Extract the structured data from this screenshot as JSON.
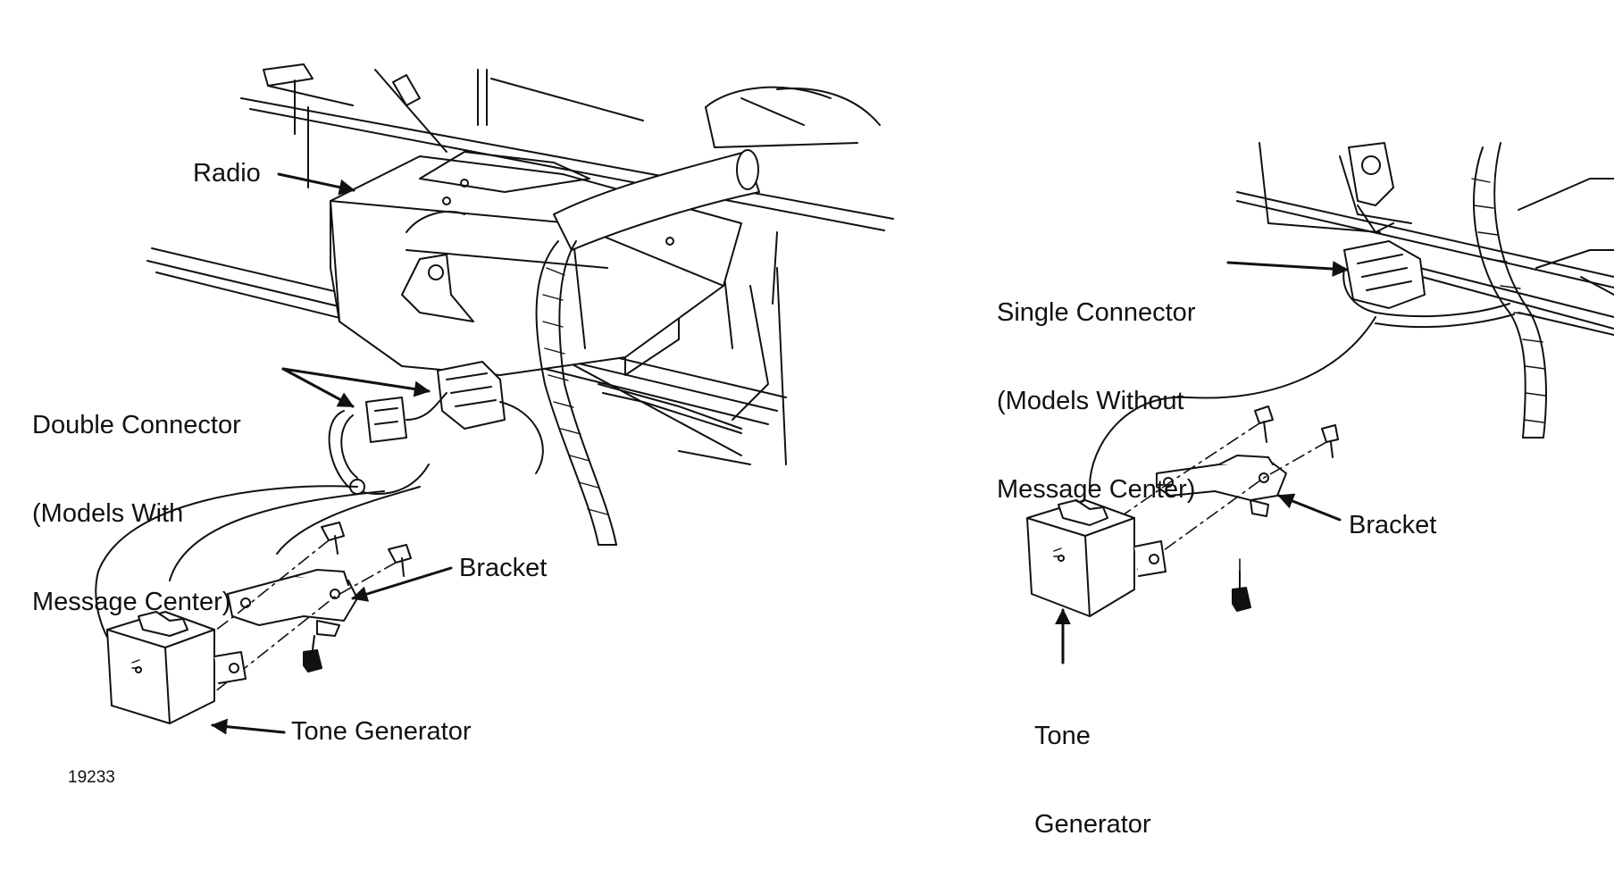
{
  "left_view": {
    "labels": {
      "radio": "Radio",
      "double_connector": [
        "Double Connector",
        "(Models With",
        "Message Center)"
      ],
      "bracket": "Bracket",
      "tone_generator": "Tone Generator"
    }
  },
  "right_view": {
    "labels": {
      "single_connector": [
        "Single Connector",
        "(Models Without",
        "Message Center)"
      ],
      "bracket": "Bracket",
      "tone_generator": [
        "Tone",
        "Generator"
      ]
    }
  },
  "figure_number": "19233"
}
